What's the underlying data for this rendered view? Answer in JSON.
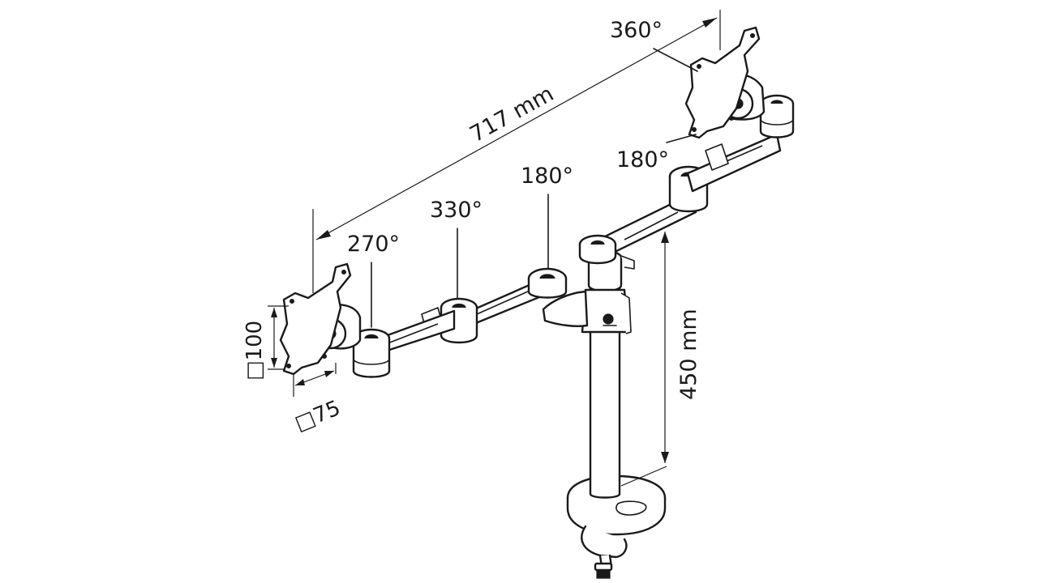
{
  "dimensions": {
    "overall_width": "717 mm",
    "pole_height": "450 mm",
    "vesa_large": "□100",
    "vesa_small": "□75"
  },
  "rotations": {
    "right_vesa": "360°",
    "right_joint": "180°",
    "center_joint": "180°",
    "left_elbow": "330°",
    "left_head": "270°"
  }
}
